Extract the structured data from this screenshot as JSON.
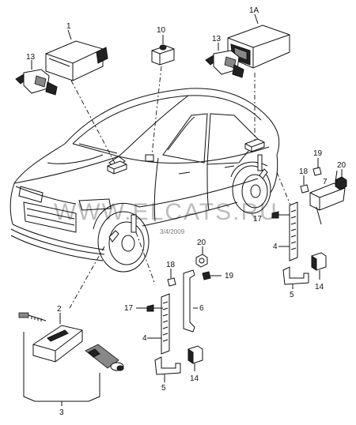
{
  "watermark": "WWW.ELCATS.RU",
  "date": "3/4/2009",
  "labels": {
    "p1": "1",
    "p1a": "1A",
    "p2": "2",
    "p3": "3",
    "p4a": "4",
    "p4b": "4",
    "p5a": "5",
    "p5b": "5",
    "p6": "6",
    "p7": "7",
    "p10": "10",
    "p13a": "13",
    "p13b": "13",
    "p14a": "14",
    "p14b": "14",
    "p17a": "17",
    "p17b": "17",
    "p18a": "18",
    "p18b": "18",
    "p19a": "19",
    "p19b": "19",
    "p20a": "20",
    "p20b": "20"
  }
}
